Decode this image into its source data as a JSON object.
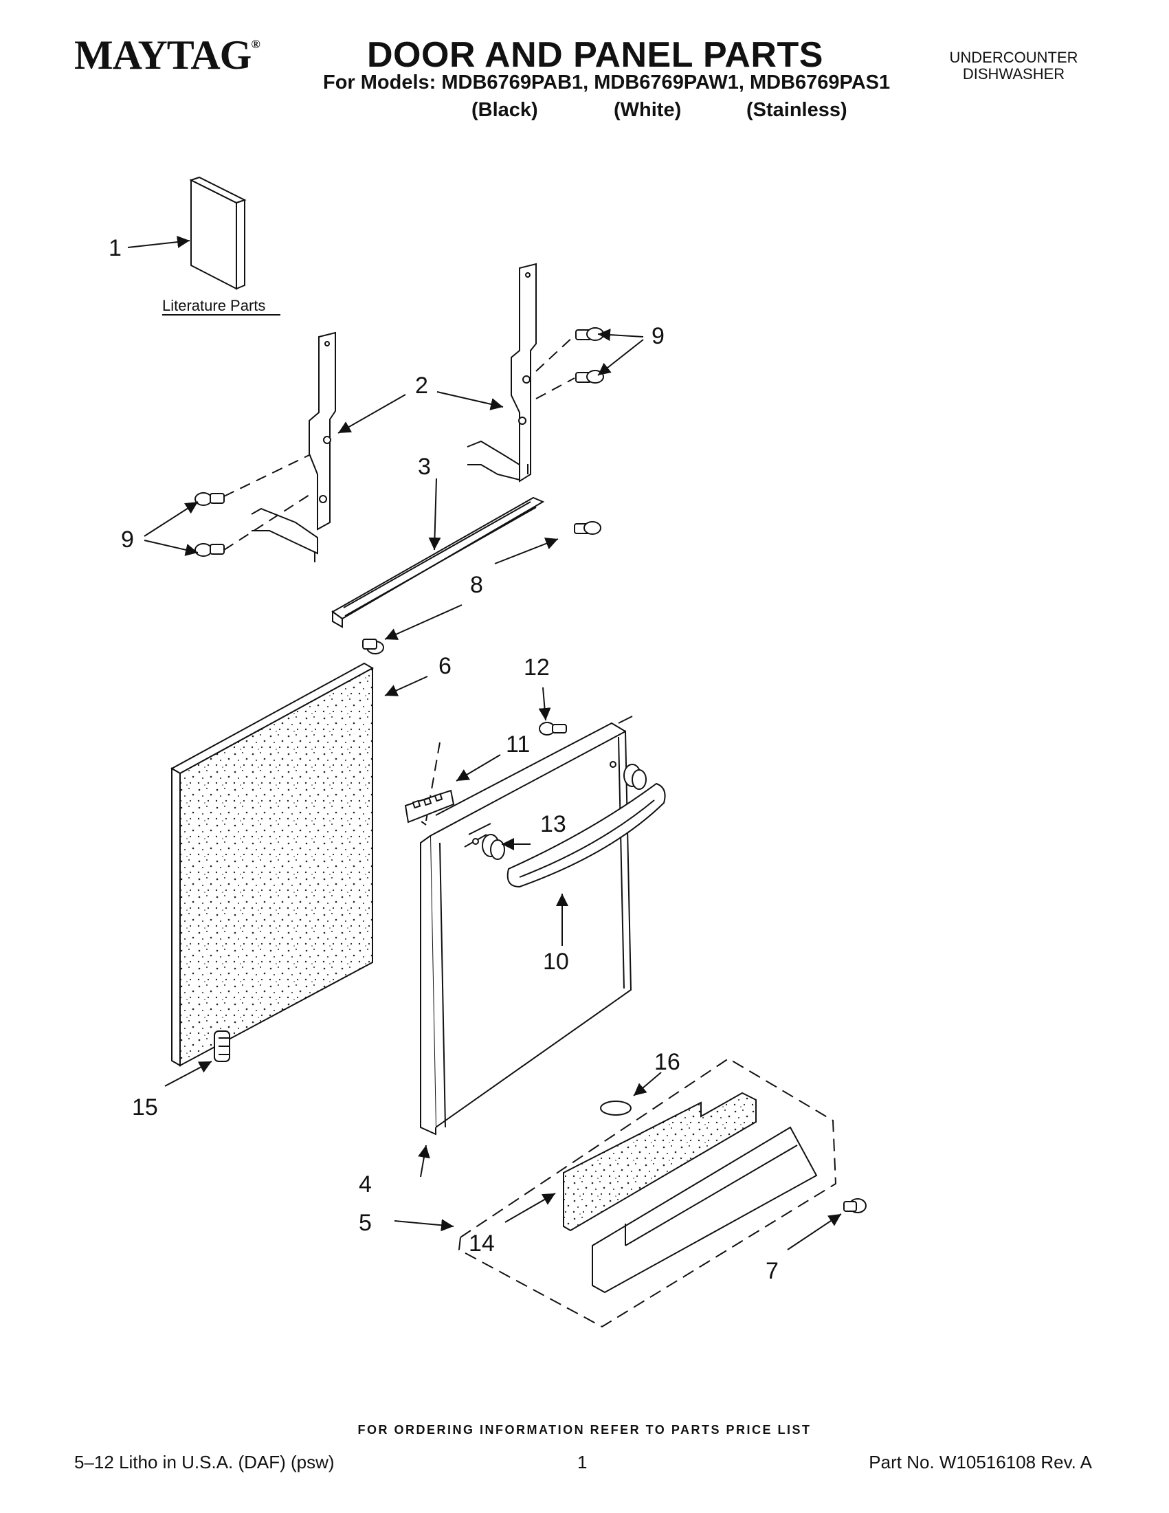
{
  "header": {
    "brand": "MAYTAG",
    "brand_mark": "®",
    "title": "DOOR AND PANEL PARTS",
    "models_line": "For Models: MDB6769PAB1, MDB6769PAW1, MDB6769PAS1",
    "variants": [
      "(Black)",
      "(White)",
      "(Stainless)"
    ],
    "unit_type_line1": "UNDERCOUNTER",
    "unit_type_line2": "DISHWASHER"
  },
  "diagram": {
    "literature_label": "Literature Parts",
    "callouts": [
      "1",
      "2",
      "3",
      "4",
      "5",
      "6",
      "7",
      "8",
      "9",
      "9",
      "10",
      "11",
      "12",
      "13",
      "14",
      "15",
      "16"
    ]
  },
  "footer": {
    "ordering_note": "FOR ORDERING INFORMATION REFER TO PARTS PRICE LIST",
    "litho": "5–12 Litho in U.S.A. (DAF) (psw)",
    "page": "1",
    "part_number": "Part No. W10516108 Rev. A"
  }
}
